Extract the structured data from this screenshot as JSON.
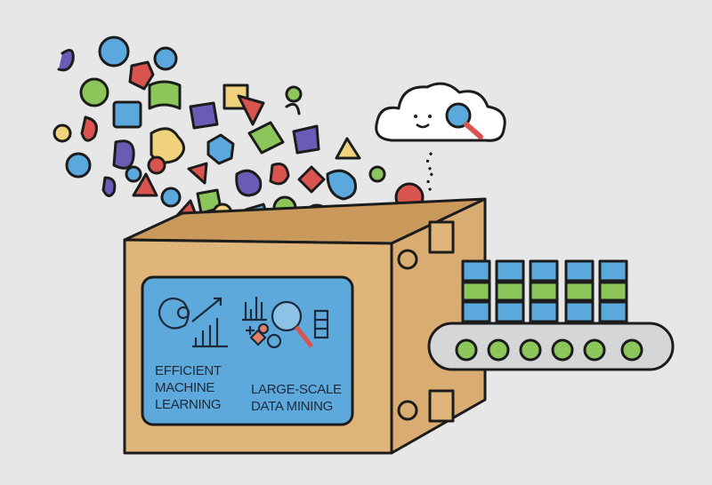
{
  "label_panel": {
    "left_caption": [
      "EFFICIENT",
      "MACHINE",
      "LEARNING"
    ],
    "right_caption": [
      "LARGE-SCALE",
      "DATA MINING"
    ]
  },
  "colors": {
    "background": "#e7e7e7",
    "box": "#e0b57a",
    "panel": "#5ea9dc",
    "blue": "#5aa8dc",
    "green": "#8cc65a",
    "red": "#d9544f",
    "purple": "#6b5bb5",
    "yellow": "#f1d27c"
  }
}
